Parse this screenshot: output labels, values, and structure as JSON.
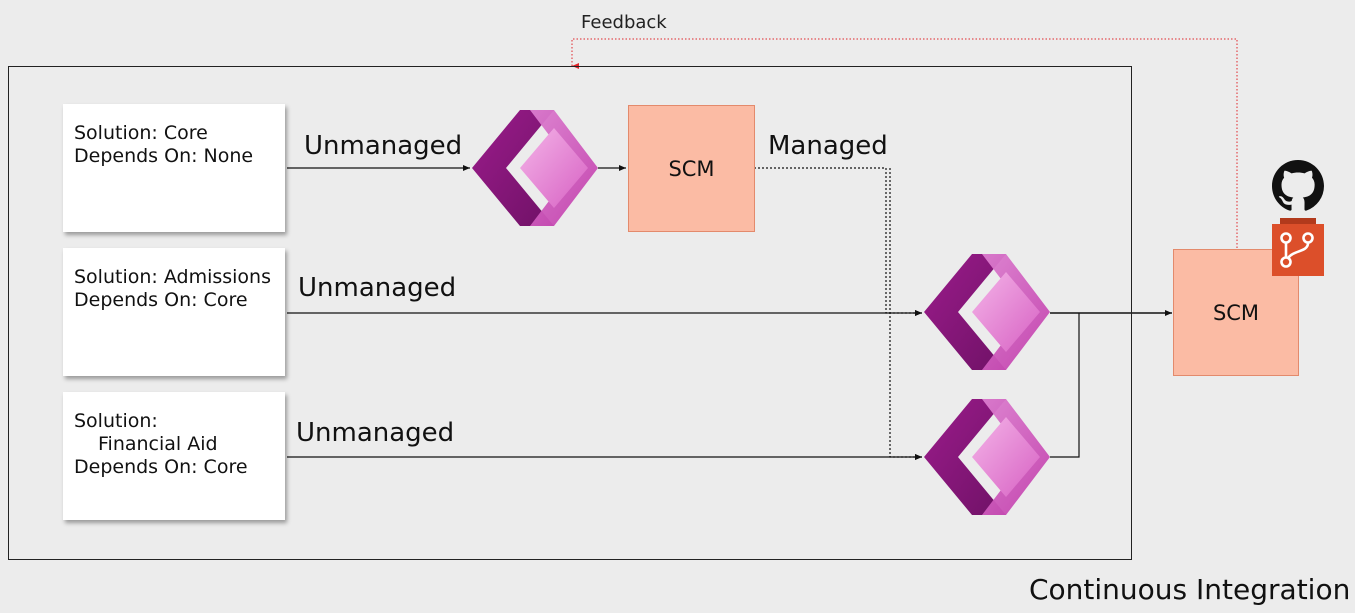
{
  "diagram": {
    "feedback_label": "Feedback",
    "footer_title": "Continuous Integration",
    "solutions": [
      {
        "lines": [
          "Solution: Core",
          "Depends On: None"
        ]
      },
      {
        "lines": [
          "Solution: Admissions",
          "Depends On: Core"
        ]
      },
      {
        "lines": [
          "Solution:",
          "Financial Aid",
          "Depends On: Core"
        ]
      }
    ],
    "edge_labels": {
      "core": "Unmanaged",
      "admissions": "Unmanaged",
      "financial_aid": "Unmanaged",
      "managed": "Managed"
    },
    "scm_boxes": [
      "SCM",
      "SCM"
    ],
    "icons": {
      "power_apps": "power-apps-logo-icon",
      "github": "github-icon",
      "repo": "azure-repos-icon"
    },
    "colors": {
      "scm_fill": "#fbbba4",
      "feedback_arrow": "#e0262a",
      "repo_icon": "#dc4f2a"
    }
  }
}
